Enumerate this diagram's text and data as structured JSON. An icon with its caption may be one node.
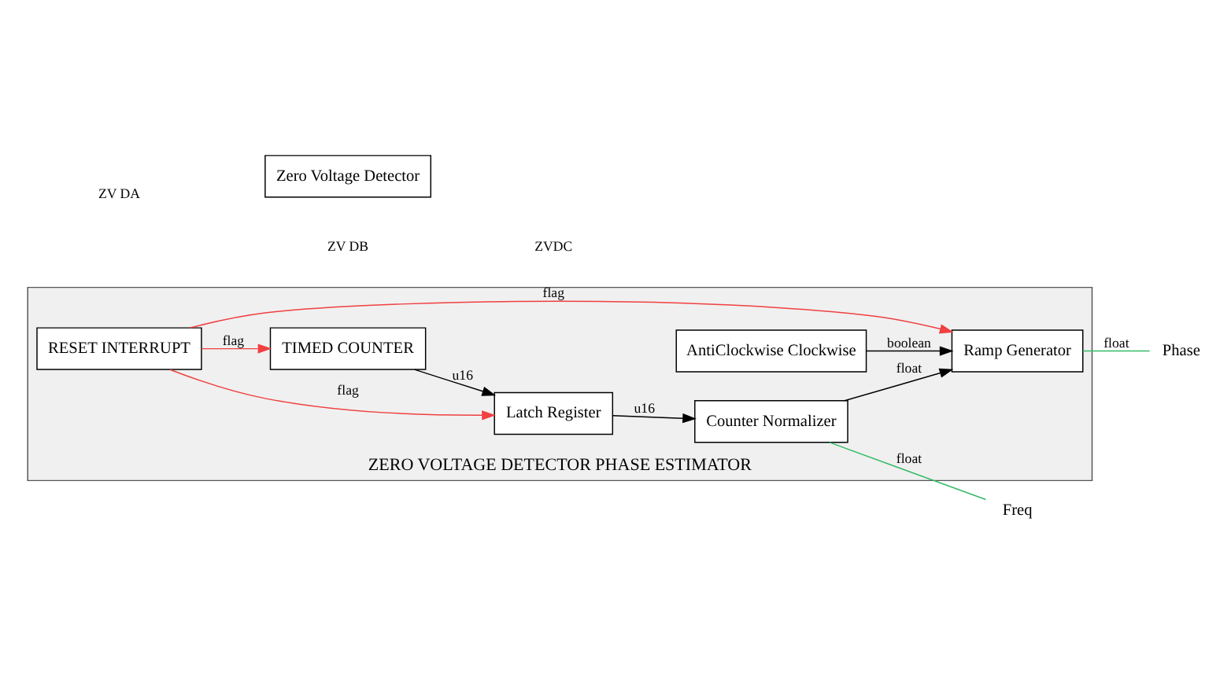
{
  "diagram": {
    "nodes": [
      {
        "text": [
          "ZERO VOLTAGE DETECTOR PHASE ESTIMATOR"
        ]
      },
      {
        "text": [
          "RESET INTERRUPT"
        ],
        "in": 0
      },
      {
        "text": [
          "TIMED COUNTER"
        ],
        "in": 0
      },
      {
        "text": [
          "Latch Register"
        ],
        "in": 0
      },
      {
        "text": [
          "Counter Normalizer"
        ],
        "in": 0
      },
      {
        "text": [
          "Ramp Generator"
        ],
        "in": 0
      },
      {
        "text": [
          "AntiClockwise Clockwise"
        ],
        "in": 0
      },
      {
        "text": [
          "Zero Voltage Detector"
        ]
      },
      {
        "text": [
          "Phase"
        ]
      },
      {
        "text": [
          "Freq"
        ]
      }
    ],
    "edges": [
      {
        "from": 1,
        "to": 2,
        "label": "flag",
        "arrow": "to",
        "color": "#f04040"
      },
      {
        "from": 1,
        "to": 3,
        "label": "flag",
        "arrow": "to",
        "color": "#f04040"
      },
      {
        "from": 1,
        "to": 5,
        "label": "flag",
        "arrow": "to",
        "color": "#f04040"
      },
      {
        "from": 2,
        "to": 3,
        "label": "u16",
        "arrow": "to"
      },
      {
        "from": 3,
        "to": 4,
        "label": "u16",
        "arrow": "to"
      },
      {
        "from": 4,
        "to": 5,
        "label": "float",
        "arrow": "to"
      },
      {
        "from": 6,
        "to": 5,
        "label": "boolean",
        "arrow": "to"
      },
      {
        "from": 5,
        "to": 8,
        "label": "float",
        "arrow": "none",
        "color": "#33bb66"
      },
      {
        "from": 4,
        "to": 9,
        "label": "float",
        "arrow": "none",
        "color": "#33bb66"
      }
    ],
    "labels": [
      "ZV DA",
      "ZV DB",
      "ZVDC"
    ]
  }
}
